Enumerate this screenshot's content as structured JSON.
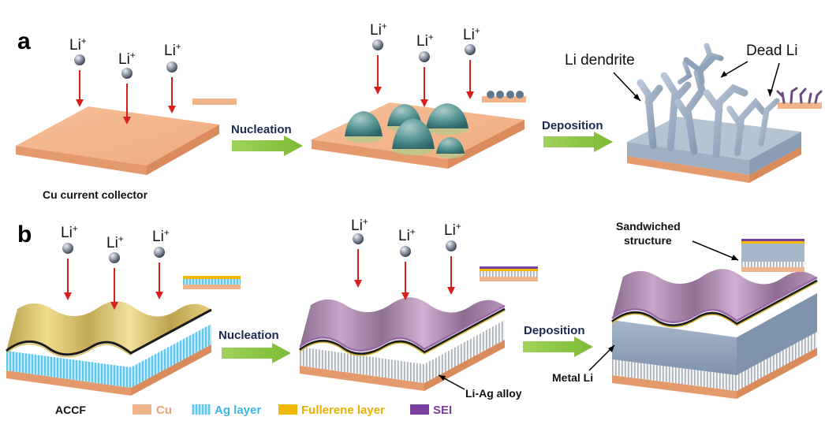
{
  "panels": {
    "a": "a",
    "b": "b"
  },
  "ion": {
    "label": "Li",
    "charge": "+"
  },
  "row_a": {
    "step1": "Nucleation",
    "step2": "Deposition",
    "substrate_caption": "Cu current collector",
    "dendrite_label": "Li dendrite",
    "dead_label": "Dead Li"
  },
  "row_b": {
    "step1": "Nucleation",
    "step2": "Deposition",
    "substrate_caption": "ACCF",
    "alloy_label": "Li-Ag alloy",
    "metal_label": "Metal Li",
    "sandwich_label_line1": "Sandwiched",
    "sandwich_label_line2": "structure"
  },
  "legend": [
    {
      "label": "Cu",
      "color": "#f0b48a"
    },
    {
      "label": "Ag layer",
      "color": "#5fc8ee"
    },
    {
      "label": "Fullerene layer",
      "color": "#f2b800"
    },
    {
      "label": "SEI",
      "color": "#7a3e9e"
    }
  ],
  "colors": {
    "cu": "#f0b48a",
    "ag": "#8fd6f2",
    "fullerene": "#e8c23a",
    "sei": "#9a78a8",
    "li_metal": "#8ea3bb",
    "arrow_red": "#d91e1e",
    "arrow_green": "#8cc63f"
  }
}
